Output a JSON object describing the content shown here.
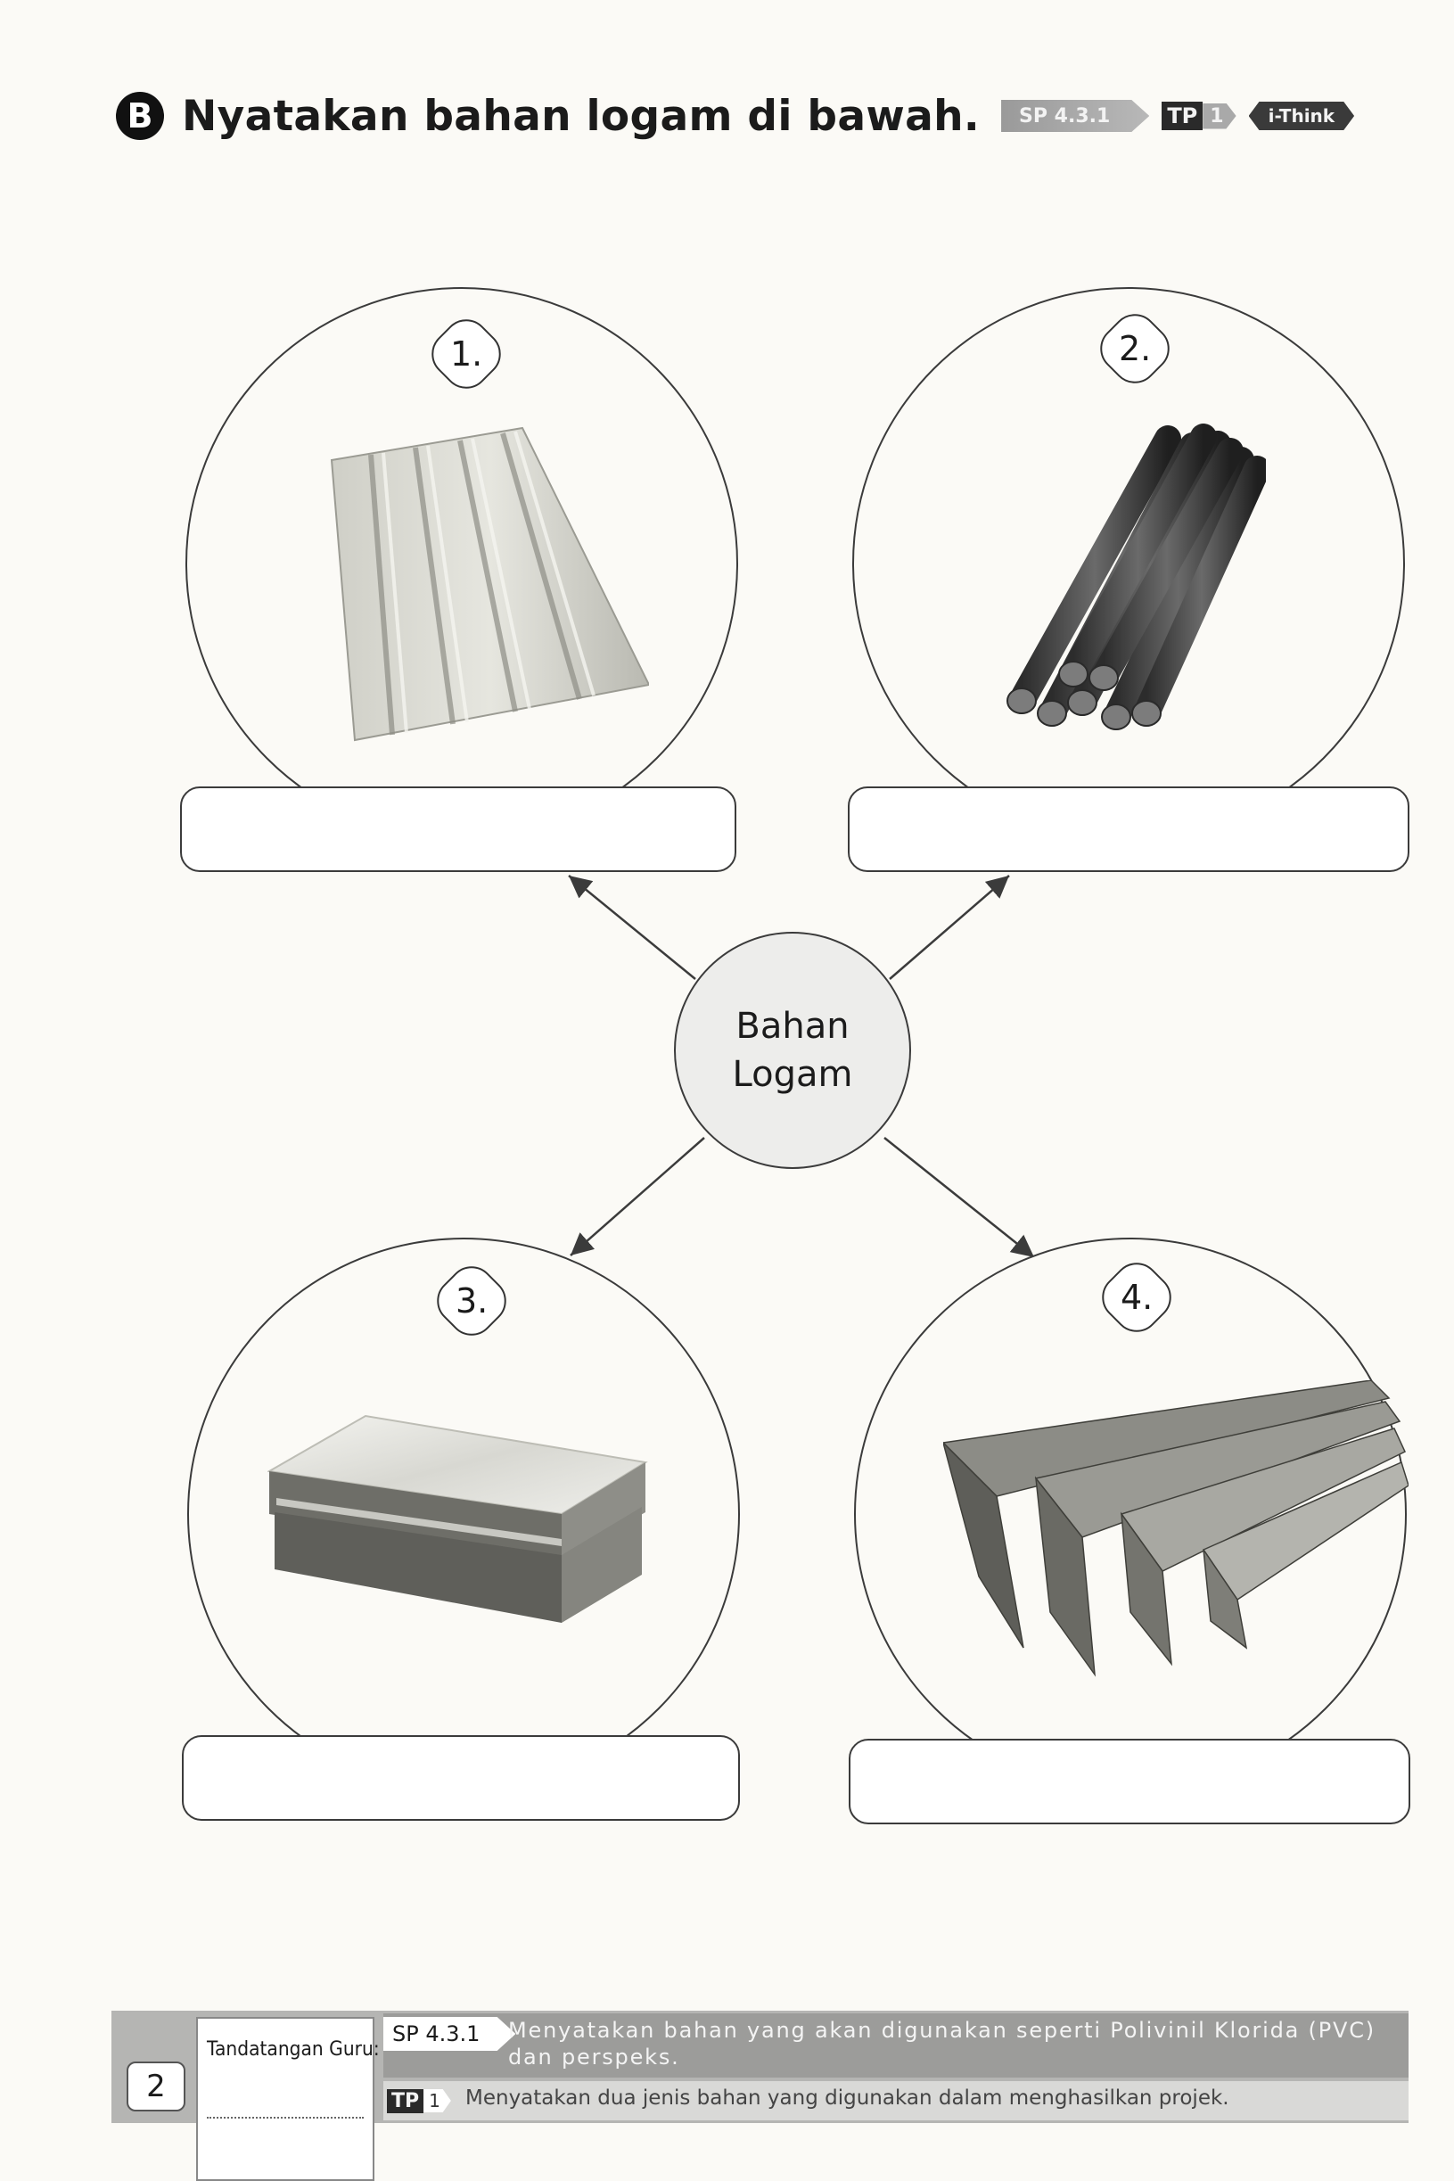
{
  "header": {
    "section_letter": "B",
    "title": "Nyatakan bahan logam di bawah.",
    "tags": {
      "sp": "SP 4.3.1",
      "tp": "TP",
      "tp_level": "1",
      "ithink": "i-Think"
    }
  },
  "center": {
    "line1": "Bahan",
    "line2": "Logam"
  },
  "items": [
    {
      "number": "1.",
      "icon": "corrugated-metal-sheet",
      "answer": ""
    },
    {
      "number": "2.",
      "icon": "steel-rods",
      "answer": ""
    },
    {
      "number": "3.",
      "icon": "metal-plate",
      "answer": ""
    },
    {
      "number": "4.",
      "icon": "angle-iron-bars",
      "answer": ""
    }
  ],
  "footer": {
    "page_number": "2",
    "signature_label": "Tandatangan Guru:",
    "sp_code": "SP 4.3.1",
    "sp_description": "Menyatakan bahan yang akan digunakan seperti Polivinil Klorida (PVC) dan perspeks.",
    "tp_label": "TP",
    "tp_level": "1",
    "tp_description": "Menyatakan dua jenis bahan yang digunakan dalam menghasilkan projek."
  },
  "colors": {
    "line": "#3b3b3b",
    "footer_bar": "#b5b5b3",
    "center_fill": "#ededeb"
  }
}
